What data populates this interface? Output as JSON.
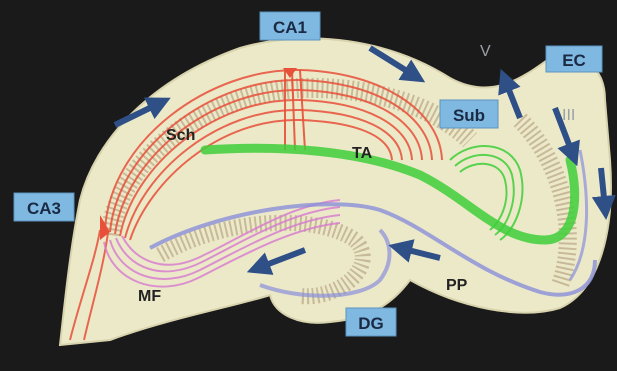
{
  "regions": {
    "ca1": "CA1",
    "ca3": "CA3",
    "sub": "Sub",
    "ec": "EC",
    "dg": "DG"
  },
  "pathways": {
    "sch": "Sch",
    "ta": "TA",
    "mf": "MF",
    "pp": "PP"
  },
  "layers": {
    "v": "V",
    "iii": "III"
  },
  "colors": {
    "background": "#1a1a1a",
    "tissue": "#ece9c9",
    "label_box": "#7fb8e0",
    "arrow": "#2f4f87",
    "schaffer": "#e8503a",
    "temporoammonic": "#3fcf3a",
    "mossy_fibers": "#d87ad0",
    "perforant_path": "#8a8fd8"
  }
}
